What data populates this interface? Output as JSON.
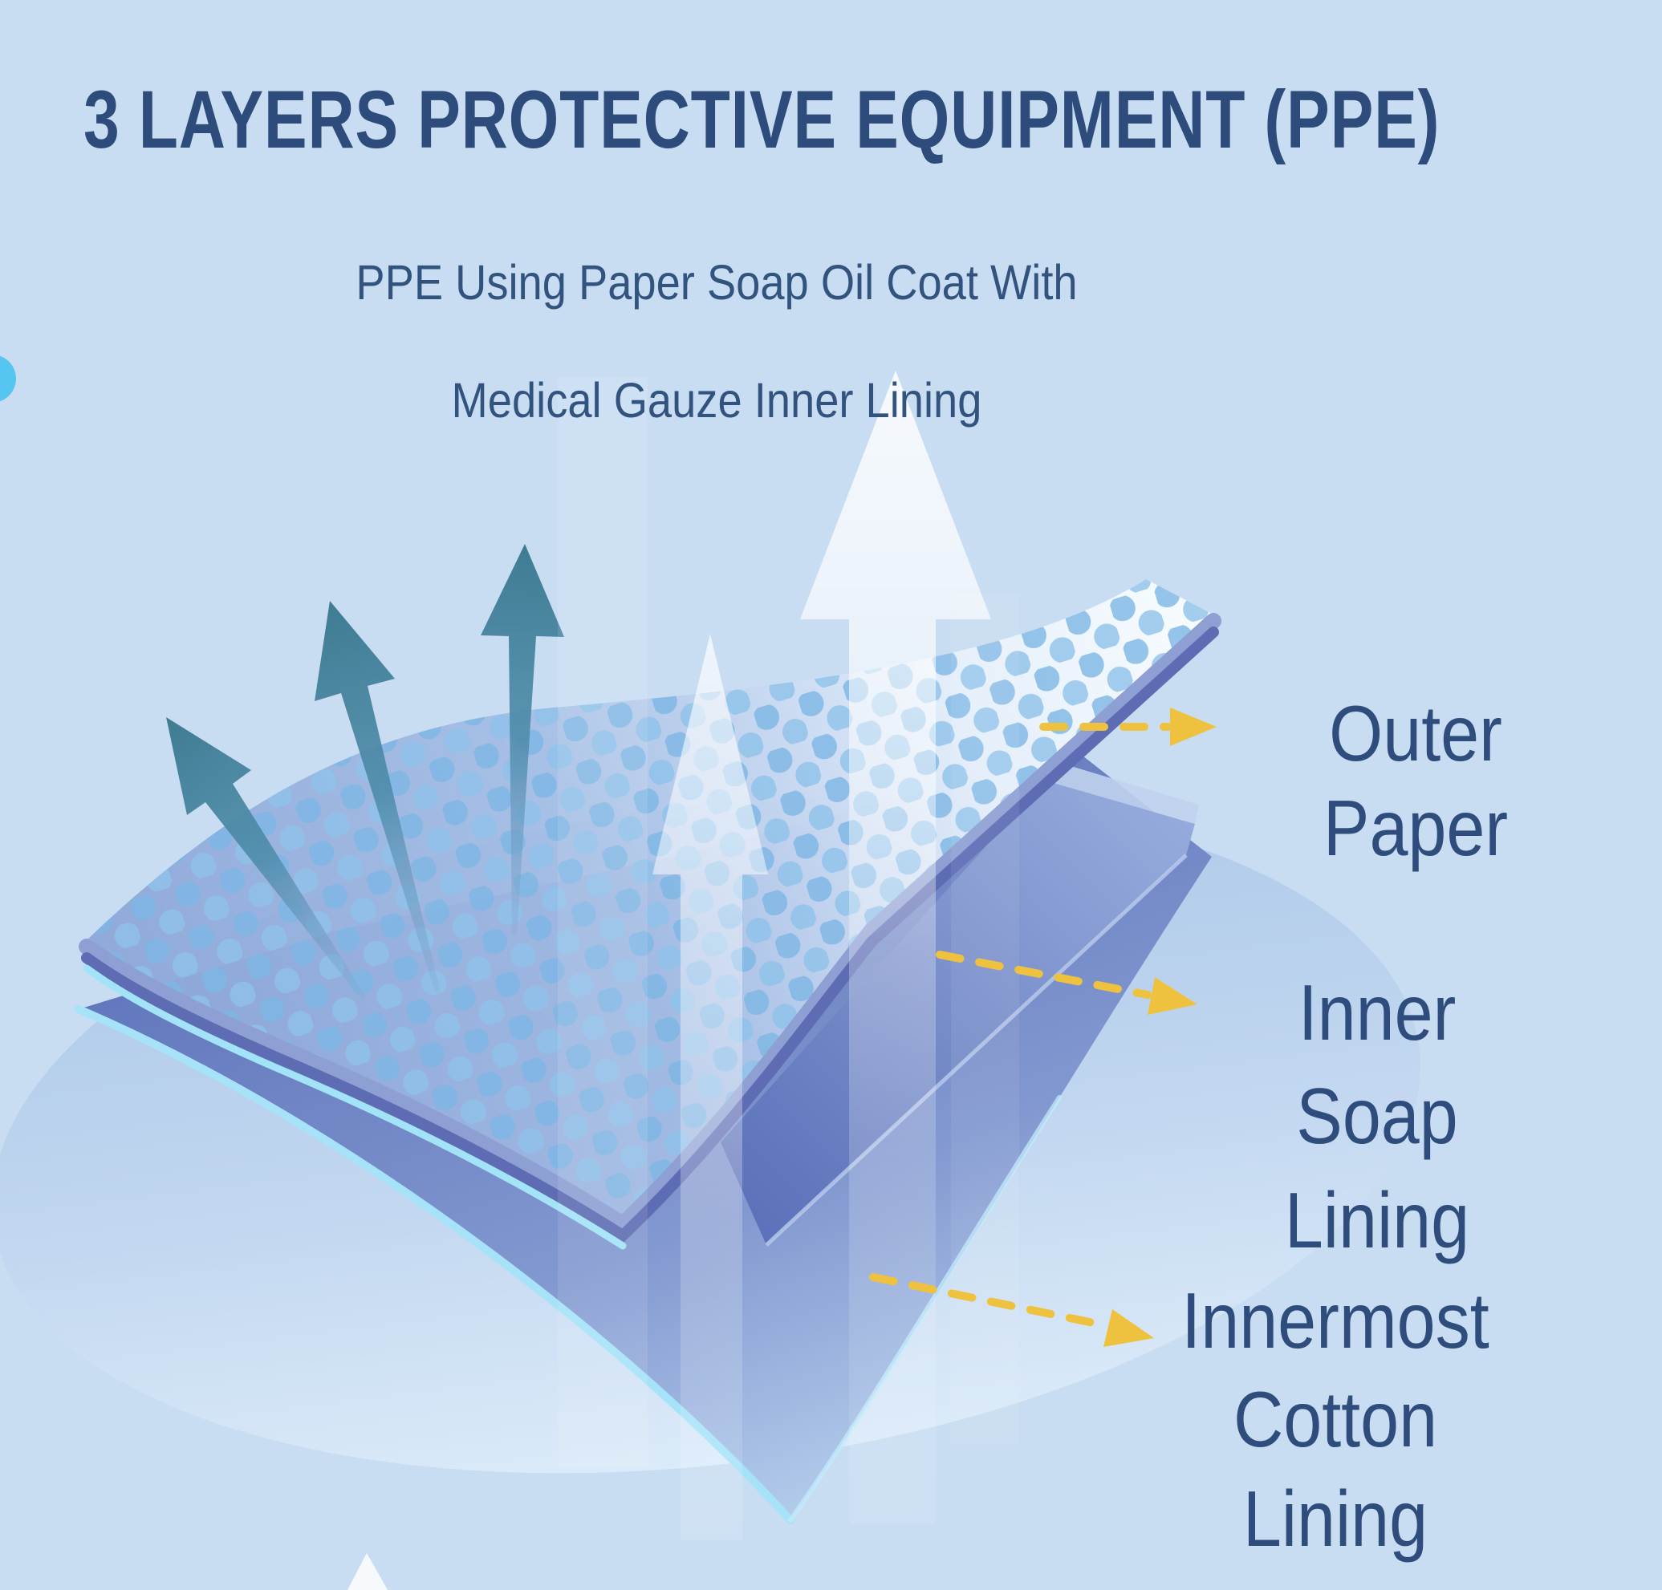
{
  "title": {
    "text": "3 LAYERS PROTECTIVE EQUIPMENT (PPE)"
  },
  "subtitle": {
    "line1": "PPE Using Paper Soap Oil Coat With",
    "line2": "Medical Gauze Inner Lining"
  },
  "layers": [
    {
      "id": "outer-paper",
      "label": "Outer Paper"
    },
    {
      "id": "inner-soap-lining",
      "label": "Inner Soap\nLining"
    },
    {
      "id": "innermost-cotton-lining",
      "label": "Innermost\nCotton Lining"
    }
  ],
  "icons": {
    "breath_arrows": "teal-up-arrows",
    "airflow_arrows": "white-up-arrows",
    "callout_arrows": "yellow-dashed-arrows"
  },
  "colors": {
    "background": "#c9ddf2",
    "heading_text": "#2d4b7b",
    "label_text": "#2e4d7c",
    "callout_arrow_yellow": "#eec23f",
    "breath_arrow_teal": "#41809a",
    "outer_paper_layer": "#8ba5d7",
    "paper_dots": "#7db6e5",
    "inner_soap_layer": "#6c82c3",
    "innermost_cotton_layer": "#7b90ca",
    "shadow_ellipse": "#b9d2ee",
    "cyan_edge_highlight": "#a2e3f8",
    "dark_layer_edge": "#5563ab"
  }
}
